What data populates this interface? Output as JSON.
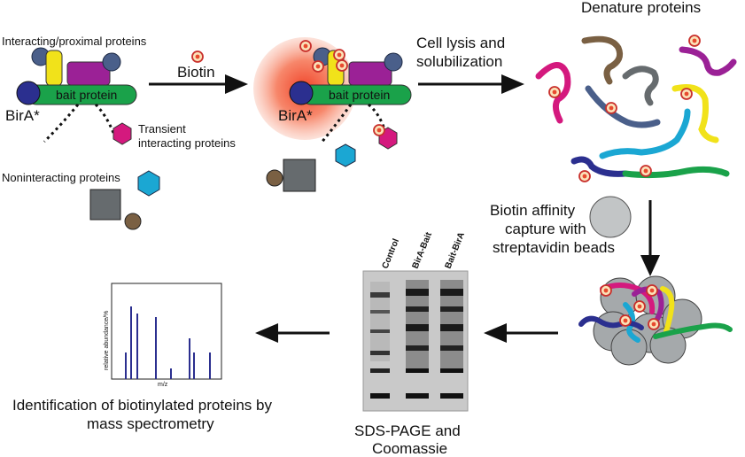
{
  "labels": {
    "interacting_proteins": "Interacting/proximal proteins",
    "bait_protein": "bait protein",
    "bait_protein_2": "bait protein",
    "birA": "BirA*",
    "birA_2": "BirA*",
    "biotin": "Biotin",
    "transient_line1": "Transient",
    "transient_line2": "interacting proteins",
    "noninteracting": "Noninteracting proteins",
    "cell_lysis_line1": "Cell lysis and",
    "cell_lysis_line2": "solubilization",
    "denature": "Denature proteins",
    "affinity_line1": "Biotin affinity",
    "affinity_line2": "capture with",
    "affinity_line3": "streptavidin beads",
    "sds_line1": "SDS-PAGE  and",
    "sds_line2": "Coomassie",
    "ms_line1": "Identification of biotinylated proteins by",
    "ms_line2": "mass spectrometry"
  },
  "gel": {
    "lanes": [
      "Control",
      "BirA-Bait",
      "Bait-BirA"
    ]
  },
  "spectrum": {
    "ylabel": "relative abundance/%",
    "xlabel": "m/z"
  },
  "colors": {
    "bait_green": "#1aa24a",
    "birA_navy": "#2b2f8f",
    "yellow": "#f1e21a",
    "purple": "#9b2196",
    "slate": "#4a5f8a",
    "magenta": "#d4197e",
    "cyan": "#1ba7d3",
    "brown": "#7a6043",
    "gray": "#666b6e",
    "biotin_halo": "#ff6a45"
  }
}
